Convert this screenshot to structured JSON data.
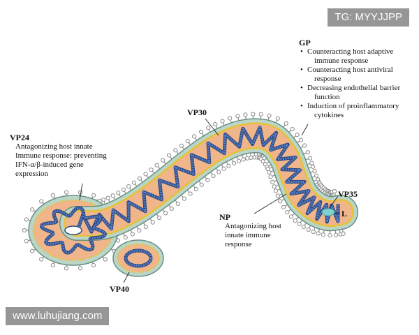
{
  "labels": {
    "gp": {
      "title": "GP",
      "items": [
        [
          "Counteracting host adaptive",
          "immune response"
        ],
        [
          "Counteracting host antiviral",
          "response"
        ],
        [
          "Decreasing endothelial barrier",
          "function"
        ],
        [
          "Induction of proinflammatory",
          "cytokines"
        ]
      ]
    },
    "vp30": "VP30",
    "vp24": {
      "title": "VP24",
      "lines": [
        "Antagonizing host innate",
        "Immune response: preventing",
        "IFN-α/β-induced gene",
        "expression"
      ]
    },
    "vp35": "VP35",
    "l": "L",
    "np": {
      "title": "NP",
      "lines": [
        "Antagonizing host",
        "innate immune",
        "response"
      ]
    },
    "vp40": "VP40"
  },
  "watermarks": {
    "top_right": "TG: MYYJJPP",
    "bottom_left": "www.luhujiang.com"
  },
  "colors": {
    "envelope": "#b9d6c9",
    "envelope_edge": "#6c8f81",
    "interior": "#f0b58b",
    "matrix_dot": "#e6c235",
    "nucleocapsid": "#5b7fbf",
    "nucleocapsid_dark": "#2c4a86",
    "spike": "#8a8a8a",
    "polymerase": "#7ed3cf"
  }
}
